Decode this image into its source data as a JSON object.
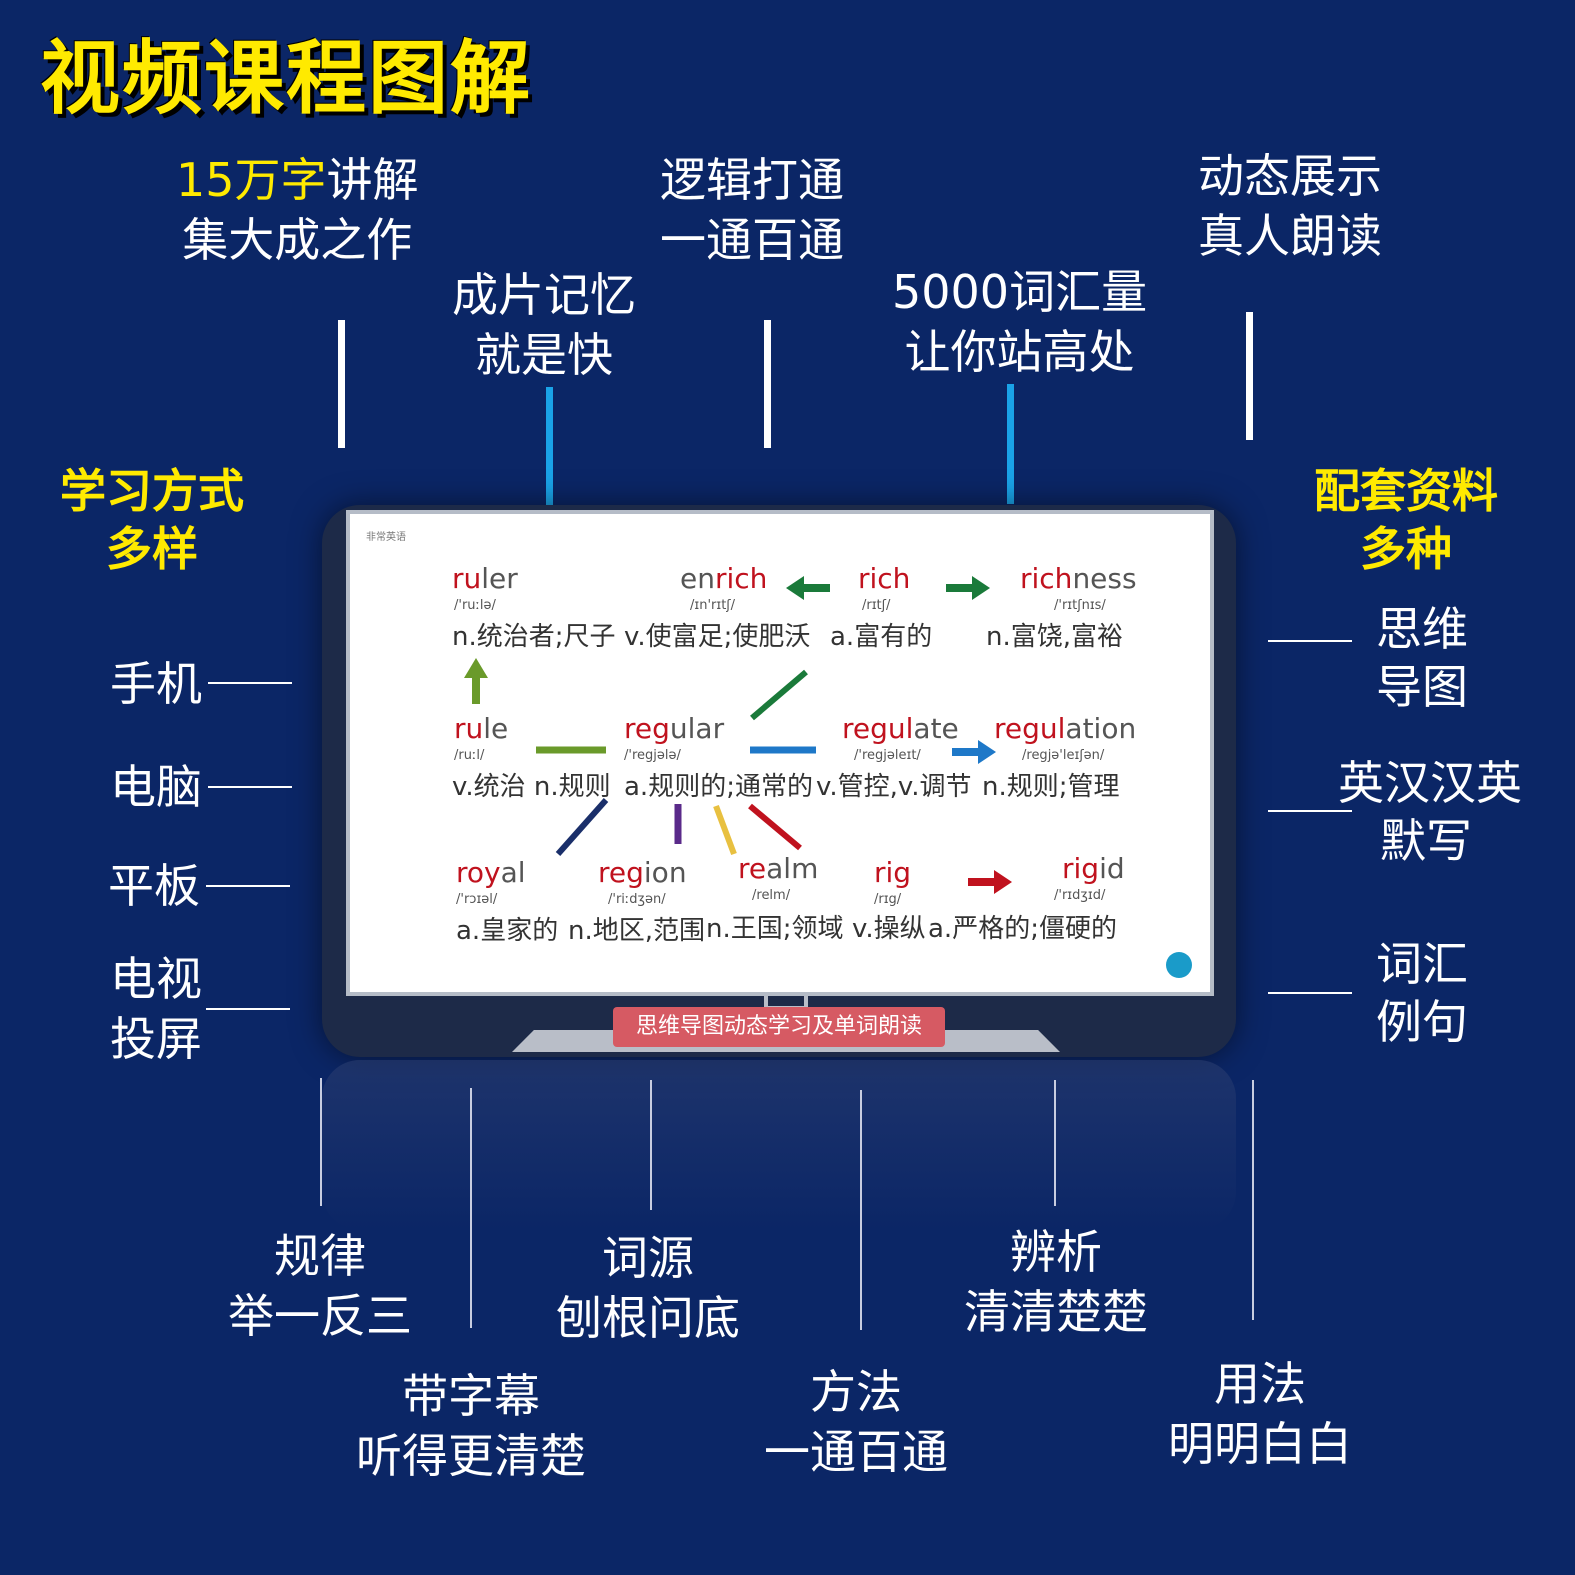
{
  "title": "视频课程图解",
  "top_features": [
    {
      "highlight": "15万字",
      "rest": "讲解",
      "line2": "集大成之作"
    },
    {
      "line1": "成片记忆",
      "line2": "就是快"
    },
    {
      "line1": "逻辑打通",
      "line2": "一通百通"
    },
    {
      "line1": "5000词汇量",
      "line2": "让你站高处"
    },
    {
      "line1": "动态展示",
      "line2": "真人朗读"
    }
  ],
  "left_heading": {
    "line1": "学习方式",
    "line2": "多样"
  },
  "right_heading": {
    "line1": "配套资料",
    "line2": "多种"
  },
  "devices": [
    "手机",
    "电脑",
    "平板",
    "电视",
    "投屏"
  ],
  "materials": [
    {
      "line1": "思维",
      "line2": "导图"
    },
    {
      "line1": "英汉汉英",
      "line2": "默写"
    },
    {
      "line1": "词汇",
      "line2": "例句"
    }
  ],
  "bottom_features": [
    {
      "line1": "规律",
      "line2": "举一反三"
    },
    {
      "line1": "带字幕",
      "line2": "听得更清楚"
    },
    {
      "line1": "词源",
      "line2": "刨根问底"
    },
    {
      "line1": "方法",
      "line2": "一通百通"
    },
    {
      "line1": "辨析",
      "line2": "清清楚楚"
    },
    {
      "line1": "用法",
      "line2": "明明白白"
    }
  ],
  "screen": {
    "brand": "非常英语",
    "caption": "思维导图动态学习及单词朗读",
    "words": [
      {
        "red": "ru",
        "black": "ler",
        "phon": "/'ruːlə/",
        "def": "n.统治者;尺子"
      },
      {
        "black_pre": "en",
        "red": "rich",
        "phon": "/ɪn'rɪtʃ/",
        "def": "v.使富足;使肥沃"
      },
      {
        "red": "rich",
        "phon": "/rɪtʃ/",
        "def": "a.富有的"
      },
      {
        "red": "rich",
        "black": "ness",
        "phon": "/'rɪtʃnɪs/",
        "def": "n.富饶,富裕"
      },
      {
        "red": "ru",
        "black": "le",
        "phon": "/ruːl/",
        "def": "v.统治 n.规则"
      },
      {
        "red": "reg",
        "black": "ular",
        "phon": "/'regjələ/",
        "def": "a.规则的;通常的"
      },
      {
        "red": "regul",
        "black": "ate",
        "phon": "/'regjəleɪt/",
        "def": "v.管控,v.调节"
      },
      {
        "red": "regul",
        "black": "ation",
        "phon": "/regjə'leɪʃən/",
        "def": "n.规则;管理"
      },
      {
        "red": "roy",
        "black": "al",
        "phon": "/'rɔɪəl/",
        "def": "a.皇家的"
      },
      {
        "red": "reg",
        "black": "ion",
        "phon": "/'riːdʒən/",
        "def": "n.地区,范围"
      },
      {
        "red": "re",
        "black": "alm",
        "phon": "/relm/",
        "def": "n.王国;领域"
      },
      {
        "red": "rig",
        "phon": "/rɪg/",
        "def": "v.操纵"
      },
      {
        "red": "rig",
        "black": "id",
        "phon": "/'rɪdʒɪd/",
        "def": "a.严格的;僵硬的"
      }
    ],
    "arrow_colors": {
      "green": "#1a7a3a",
      "olive": "#6a9a2a",
      "blue": "#1e78c8",
      "red": "#c0121e",
      "navy": "#1a2f6a",
      "purple": "#5a2a8a",
      "yellow": "#e8c040"
    }
  }
}
